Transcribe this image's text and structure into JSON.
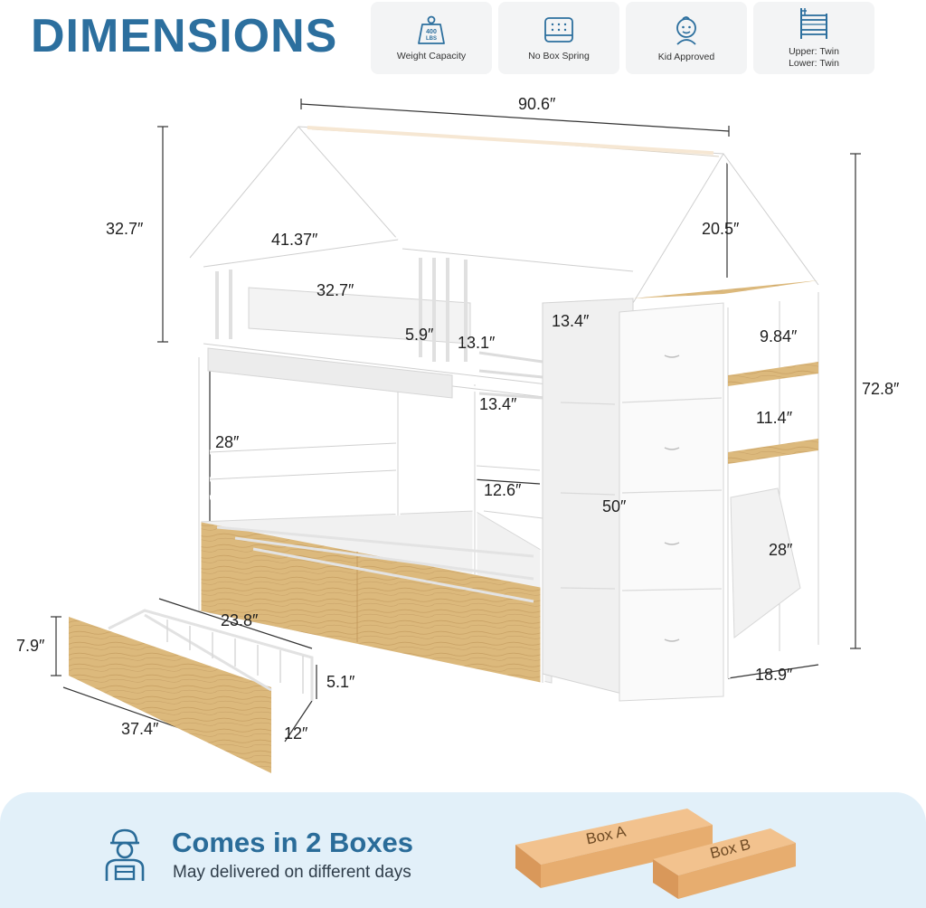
{
  "title": "DIMENSIONS",
  "features": [
    {
      "icon": "weight-icon",
      "badge": "400\nLBS",
      "label": "Weight Capacity"
    },
    {
      "icon": "mattress-icon",
      "label": "No Box Spring"
    },
    {
      "icon": "kid-icon",
      "label": "Kid Approved"
    },
    {
      "icon": "bunk-bed-icon",
      "label_upper": "Upper:  Twin",
      "label_lower": "Lower:  Twin"
    }
  ],
  "dimensions": {
    "overall_length": "90.6″",
    "roof_height": "32.7″",
    "upper_rail_length": "41.37″",
    "guard_panel_length": "32.7″",
    "guard_panel_height": "5.9″",
    "ladder_rail_height": "13.1″",
    "ladder_gap_width": "13.4″",
    "cabinet_depth": "13.4″",
    "shelf_roof_height": "20.5″",
    "overall_height": "72.8″",
    "shelf_gap_top": "9.84″",
    "shelf_gap_middle": "11.4″",
    "shelf_gap_bottom": "28″",
    "under_bunk_clearance": "28″",
    "step_width": "12.6″",
    "cabinet_height": "50″",
    "shelf_width": "18.9″",
    "drawer_height": "7.9″",
    "drawer_inner_width": "23.8″",
    "drawer_basket_height": "5.1″",
    "drawer_length": "37.4″",
    "drawer_depth": "12″"
  },
  "colors": {
    "accent": "#2c6f9e",
    "wood": "#d9b77a",
    "frame": "#f4f4f4",
    "footer_bg": "#e2f0f9",
    "box": "#e7ad6f"
  },
  "footer": {
    "headline": "Comes in 2 Boxes",
    "subtext": "May delivered on different days",
    "box_a": "Box A",
    "box_b": "Box B"
  }
}
